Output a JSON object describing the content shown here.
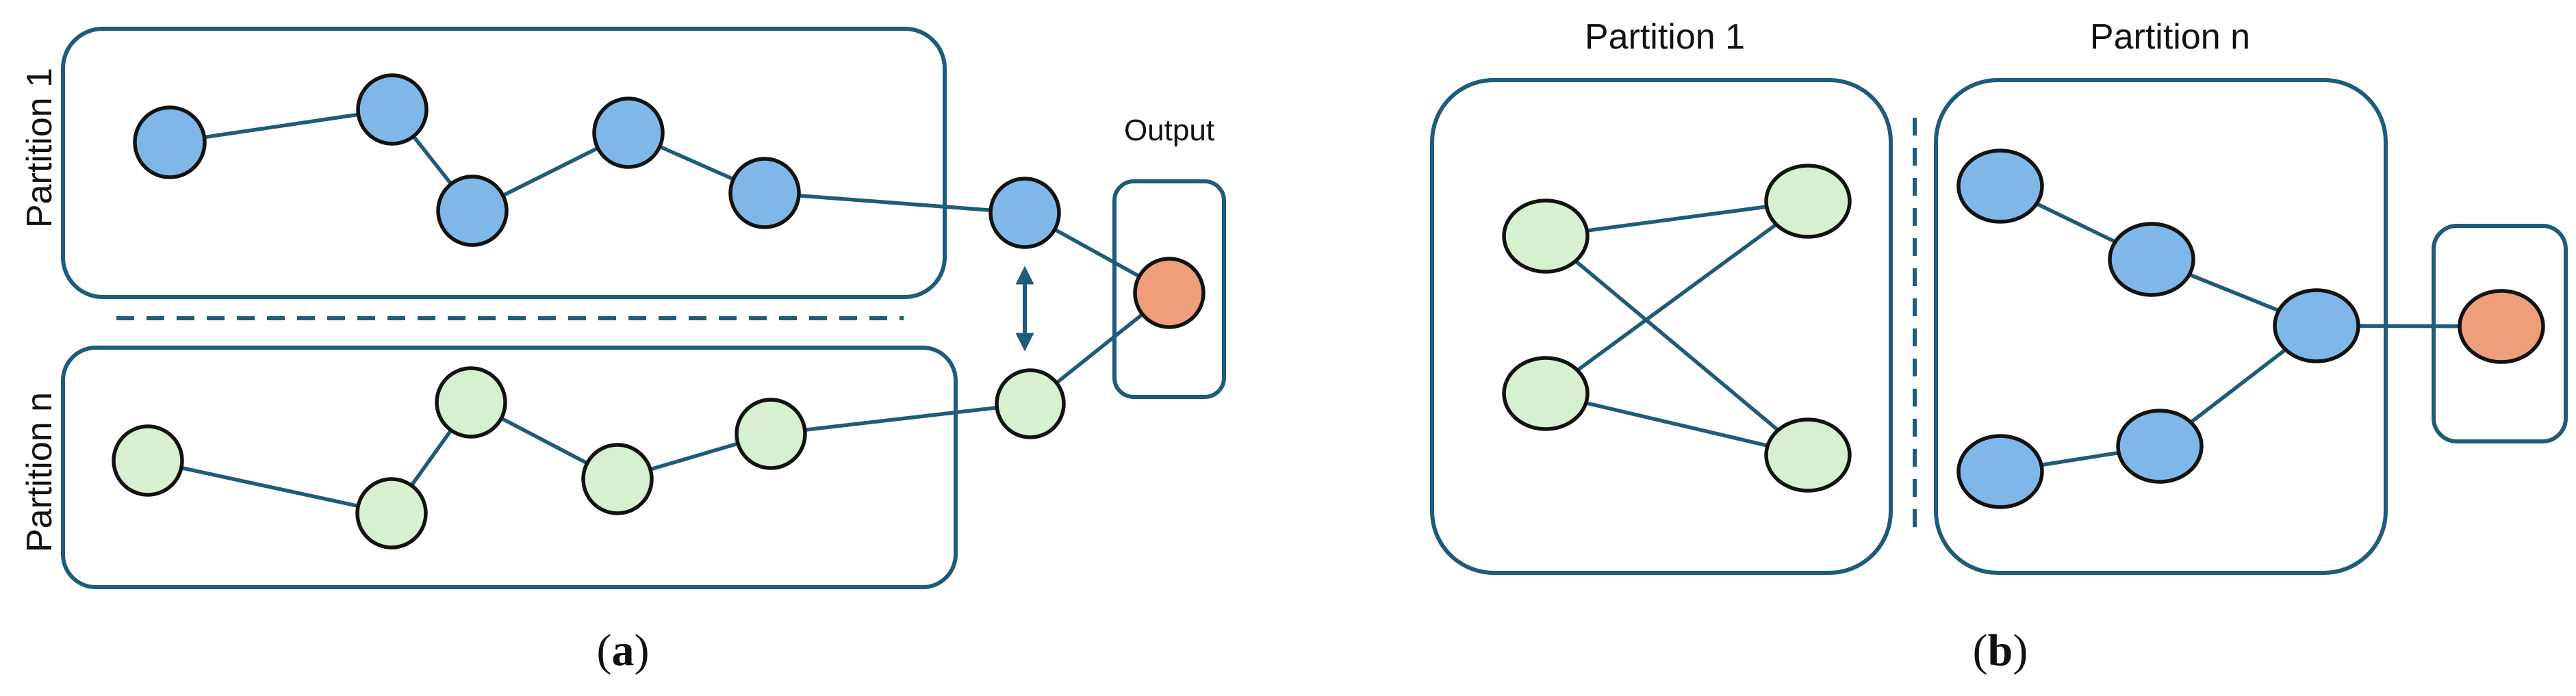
{
  "panel_a": {
    "partition_top_label": "Partition 1",
    "partition_bottom_label": "Partition n",
    "output_label": "Output",
    "caption_open": "(",
    "caption_letter": "a",
    "caption_close": ")"
  },
  "panel_b": {
    "partition_left_label": "Partition 1",
    "partition_right_label": "Partition n",
    "caption_open": "(",
    "caption_letter": "b",
    "caption_close": ")"
  },
  "colors": {
    "frame_stroke": "#1f5b7a",
    "node_blue": "#7fb8e8",
    "node_green": "#d7f0cf",
    "node_orange": "#ee9e79"
  }
}
